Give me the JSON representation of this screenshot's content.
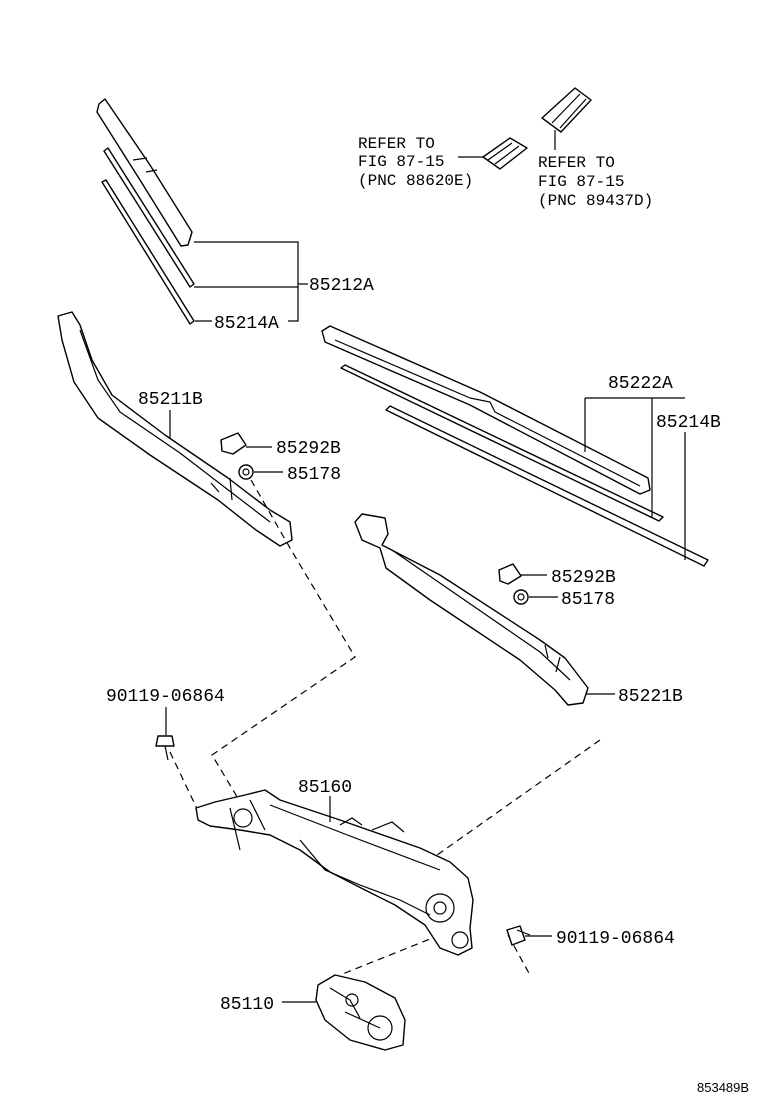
{
  "labels": {
    "p85212A": "85212A",
    "p85214A": "85214A",
    "p85211B": "85211B",
    "p85292B_top": "85292B",
    "p85178_top": "85178",
    "p85222A": "85222A",
    "p85214B": "85214B",
    "p85292B_mid": "85292B",
    "p85178_mid": "85178",
    "p85221B": "85221B",
    "p90119_left": "90119-06864",
    "p85160": "85160",
    "p90119_right": "90119-06864",
    "p85110": "85110"
  },
  "refer_left": {
    "line1": "REFER TO",
    "line2": "FIG 87-15",
    "line3": "(PNC 88620E)"
  },
  "refer_right": {
    "line1": "REFER TO",
    "line2": "FIG 87-15",
    "line3": "(PNC 89437D)"
  },
  "diagram_code": "853489B"
}
